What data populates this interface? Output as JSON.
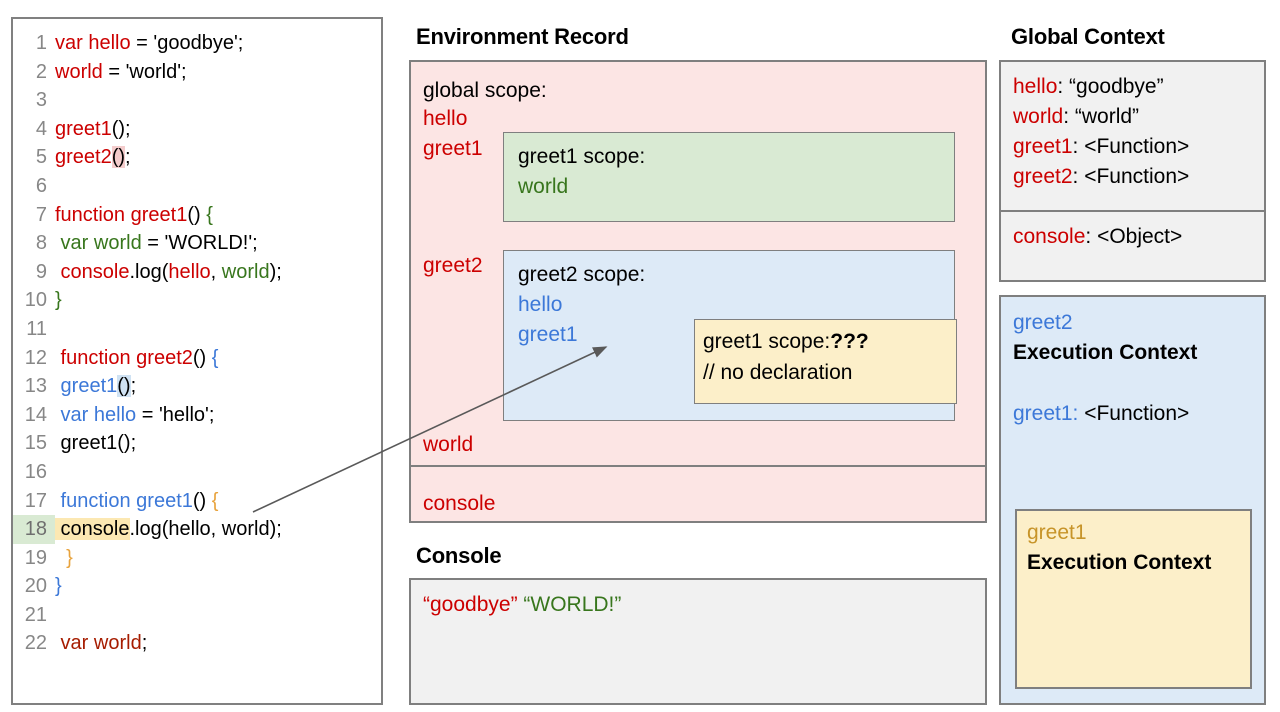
{
  "code_editor": {
    "name": "javascript-source-code",
    "lines": [
      {
        "num": "1",
        "segments": [
          {
            "text": "var hello",
            "style": "t-red"
          },
          {
            "text": " = 'goodbye';",
            "style": "t-black"
          }
        ]
      },
      {
        "num": "2",
        "segments": [
          {
            "text": "world",
            "style": "t-red"
          },
          {
            "text": " = 'world';",
            "style": "t-black"
          }
        ]
      },
      {
        "num": "3",
        "segments": []
      },
      {
        "num": "4",
        "segments": [
          {
            "text": "greet1",
            "style": "t-red"
          },
          {
            "text": "()",
            "style": "t-black"
          },
          {
            "text": ";",
            "style": "t-black"
          }
        ]
      },
      {
        "num": "5",
        "segments": [
          {
            "text": "greet2",
            "style": "t-red"
          },
          {
            "text": "()",
            "style": "t-black hl-red"
          },
          {
            "text": ";",
            "style": "t-black"
          }
        ]
      },
      {
        "num": "6",
        "segments": []
      },
      {
        "num": "7",
        "segments": [
          {
            "text": "function greet1",
            "style": "t-red"
          },
          {
            "text": "() ",
            "style": "t-black"
          },
          {
            "text": "{",
            "style": "t-green"
          }
        ]
      },
      {
        "num": "8",
        "segments": [
          {
            "text": " var world",
            "style": "t-green"
          },
          {
            "text": " = 'WORLD!';",
            "style": "t-black"
          }
        ]
      },
      {
        "num": "9",
        "segments": [
          {
            "text": " console",
            "style": "t-red"
          },
          {
            "text": ".log(",
            "style": "t-black"
          },
          {
            "text": "hello",
            "style": "t-red"
          },
          {
            "text": ", ",
            "style": "t-black"
          },
          {
            "text": "world",
            "style": "t-green"
          },
          {
            "text": ");",
            "style": "t-black"
          }
        ]
      },
      {
        "num": "10",
        "segments": [
          {
            "text": "}",
            "style": "t-green"
          }
        ]
      },
      {
        "num": "11",
        "segments": []
      },
      {
        "num": "12",
        "segments": [
          {
            "text": " function greet2",
            "style": "t-red"
          },
          {
            "text": "() ",
            "style": "t-black"
          },
          {
            "text": "{",
            "style": "t-blue"
          }
        ]
      },
      {
        "num": "13",
        "segments": [
          {
            "text": " greet1",
            "style": "t-blue"
          },
          {
            "text": "()",
            "style": "t-black hl-blue"
          },
          {
            "text": ";",
            "style": "t-black"
          }
        ]
      },
      {
        "num": "14",
        "segments": [
          {
            "text": " var hello",
            "style": "t-blue"
          },
          {
            "text": " = 'hello';",
            "style": "t-black"
          }
        ]
      },
      {
        "num": "15",
        "segments": [
          {
            "text": " greet1();",
            "style": "t-black"
          }
        ]
      },
      {
        "num": "16",
        "segments": []
      },
      {
        "num": "17",
        "segments": [
          {
            "text": " function greet1",
            "style": "t-blue"
          },
          {
            "text": "() ",
            "style": "t-black"
          },
          {
            "text": "{",
            "style": "t-gold"
          }
        ]
      },
      {
        "num": "18",
        "active": true,
        "segments": [
          {
            "text": " console",
            "style": "t-black hl-yellow"
          },
          {
            "text": ".log(hello, world);",
            "style": "t-black"
          }
        ]
      },
      {
        "num": "19",
        "segments": [
          {
            "text": "  }",
            "style": "t-gold"
          }
        ]
      },
      {
        "num": "20",
        "segments": [
          {
            "text": "}",
            "style": "t-blue"
          }
        ]
      },
      {
        "num": "21",
        "segments": []
      },
      {
        "num": "22",
        "segments": [
          {
            "text": " var world",
            "style": "t-dkred"
          },
          {
            "text": ";",
            "style": "t-black"
          }
        ]
      }
    ]
  },
  "environment_record": {
    "title": "Environment Record",
    "global_scope_label": "global scope:",
    "bindings": {
      "hello": "hello",
      "greet1": "greet1",
      "greet2": "greet2",
      "world": "world",
      "console": "console"
    },
    "greet1_scope": {
      "title": "greet1 scope:",
      "vars": [
        "world"
      ]
    },
    "greet2_scope": {
      "title": "greet2 scope:",
      "vars": [
        "hello",
        "greet1"
      ],
      "nested_greet1_scope": {
        "title": "greet1 scope:",
        "value": "???",
        "comment": "// no declaration"
      }
    }
  },
  "console_panel": {
    "title": "Console",
    "output": [
      {
        "text": "“goodbye”",
        "color": "#cc0000"
      },
      {
        "text": "“WORLD!”",
        "color": "#38761d"
      }
    ]
  },
  "global_context": {
    "title": "Global Context",
    "entries": [
      {
        "key": "hello",
        "value": "“goodbye”"
      },
      {
        "key": "world",
        "value": "“world”"
      },
      {
        "key": "greet1",
        "value": "<Function>"
      },
      {
        "key": "greet2",
        "value": "<Function>"
      }
    ],
    "object_entry": {
      "key": "console",
      "value": "<Object>"
    }
  },
  "greet2_execution_context": {
    "name": "greet2",
    "heading": "Execution Context",
    "entry": {
      "key": "greet1",
      "value": "<Function>"
    },
    "greet1_execution_context": {
      "name": "greet1",
      "heading": "Execution Context"
    }
  },
  "colors": {
    "env_record_bg": "#fce5e4",
    "greet1_scope_bg": "#d9ead3",
    "greet2_scope_bg": "#ddeaf7",
    "nested_scope_bg": "#fcefc9",
    "console_bg": "#f1f1f1",
    "global_ctx_bg": "#f1f1f1",
    "border": "#7f7f7f",
    "red_identifier": "#cc0000",
    "green_identifier": "#38761d",
    "blue_identifier": "#3c78d8",
    "gold_identifier": "#c79429"
  }
}
